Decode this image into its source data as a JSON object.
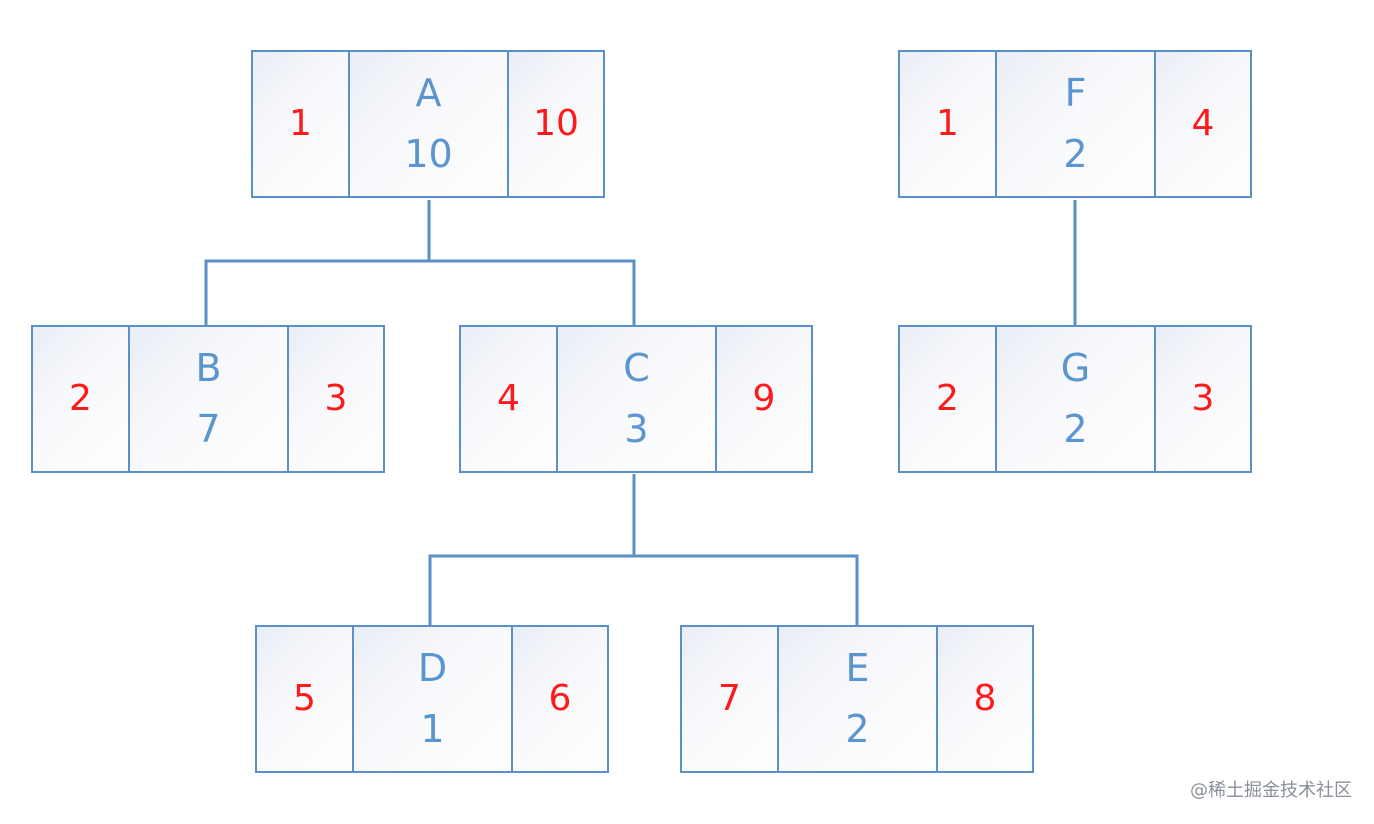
{
  "colors": {
    "line": "#5b8fc7",
    "label_red": "#ff1a1a",
    "text_blue": "#5b95cf"
  },
  "nodes": {
    "A": {
      "left": "1",
      "name": "A",
      "value": "10",
      "right": "10"
    },
    "B": {
      "left": "2",
      "name": "B",
      "value": "7",
      "right": "3"
    },
    "C": {
      "left": "4",
      "name": "C",
      "value": "3",
      "right": "9"
    },
    "D": {
      "left": "5",
      "name": "D",
      "value": "1",
      "right": "6"
    },
    "E": {
      "left": "7",
      "name": "E",
      "value": "2",
      "right": "8"
    },
    "F": {
      "left": "1",
      "name": "F",
      "value": "2",
      "right": "4"
    },
    "G": {
      "left": "2",
      "name": "G",
      "value": "2",
      "right": "3"
    }
  },
  "edges": [
    {
      "from": "A",
      "to": "B"
    },
    {
      "from": "A",
      "to": "C"
    },
    {
      "from": "C",
      "to": "D"
    },
    {
      "from": "C",
      "to": "E"
    },
    {
      "from": "F",
      "to": "G"
    }
  ],
  "watermark": "@稀土掘金技术社区"
}
